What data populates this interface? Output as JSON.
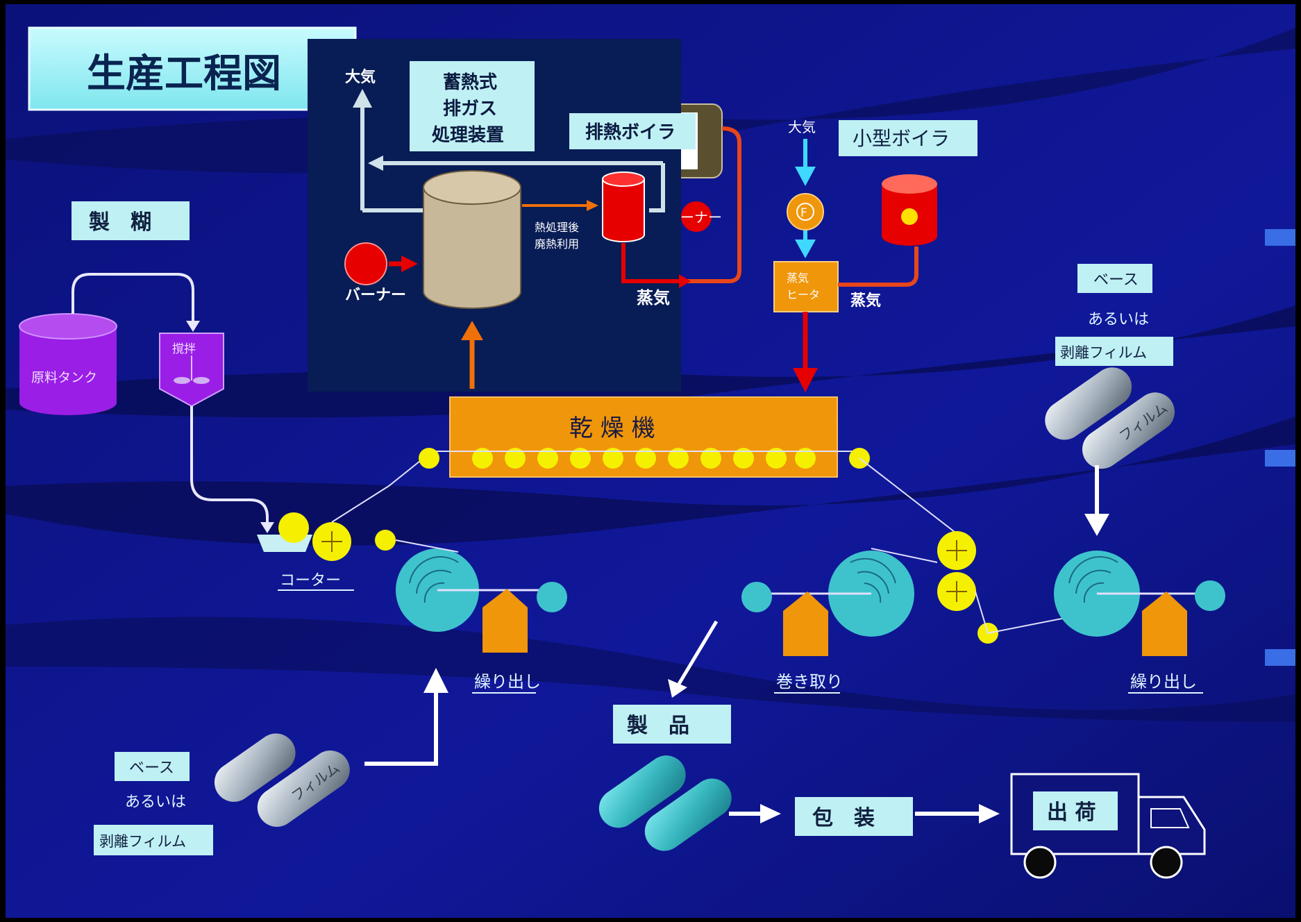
{
  "title": "生産工程図",
  "sections": {
    "seiko": "製　糊",
    "product": "製　品",
    "packaging": "包　装",
    "shipping": "出 荷",
    "dryer": "乾 燥 機",
    "small_boiler": "小型ボイラ",
    "waste_heat_boiler": "排熱ボイラ"
  },
  "rto": {
    "line1": "蓄熱式",
    "line2": "排ガス",
    "line3": "処理装置",
    "atmosphere": "大気",
    "burner": "バーナー",
    "heat_line1": "熱処理後",
    "heat_line2": "廃熱利用",
    "steam": "蒸気"
  },
  "labels": {
    "raw_tank": "原料タンク",
    "mixer": "撹拌",
    "coater": "コーター",
    "unwind_left": "繰り出し",
    "unwind_right": "繰り出し",
    "rewind": "巻き取り",
    "atmosphere_right": "大気",
    "fan": "F",
    "steam_heater_1": "蒸気",
    "steam_heater_2": "ヒータ",
    "steam_right": "蒸気",
    "burner_hidden": "ーナー",
    "base_left": "ベース",
    "or_left": "あるいは",
    "release_film_left": "剥離フィルム",
    "base_right": "ベース",
    "or_right": "あるいは",
    "release_film_right": "剥離フィルム",
    "film_left": "フィルム",
    "film_right": "フィルム"
  },
  "colors": {
    "background": "#0d137a",
    "label_box": "#bff0f4",
    "orange": "#f0960a",
    "yellow": "#f5f000",
    "teal": "#3ec3cc",
    "purple": "#9a1ee6",
    "red": "#e60000",
    "arrow_red_orange": "#e8461a",
    "inset_bg": "#081c55",
    "arrow_light": "#cfe2ea"
  }
}
